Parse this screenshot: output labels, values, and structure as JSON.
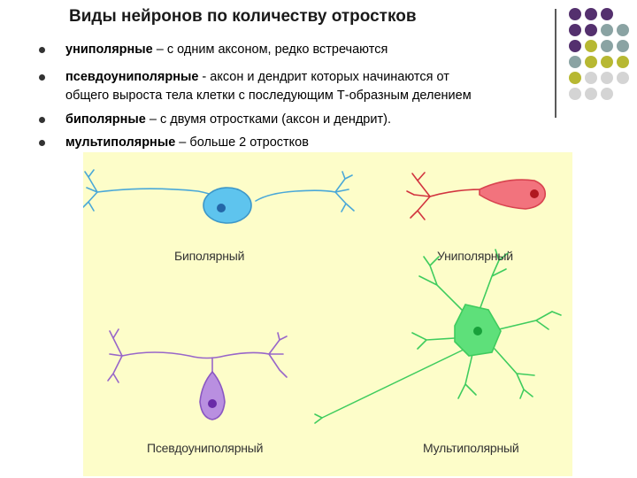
{
  "title": "Виды нейронов по количеству отростков",
  "bullets": [
    {
      "term": "униполярные",
      "desc": " – с одним аксоном, редко встречаются"
    },
    {
      "term": "псевдоуниполярные",
      "desc": " - аксон и дендрит которых начинаются от",
      "desc2": "общего выроста тела клетки с последующим Т-образным делением"
    },
    {
      "term": "биполярные",
      "desc": " – с двумя отростками (аксон и дендрит)."
    },
    {
      "term": "мультиполярные",
      "desc": " – больше 2 отростков"
    }
  ],
  "figure": {
    "labels": {
      "bipolar": "Биполярный",
      "unipolar": "Униполярный",
      "pseudounipolar": "Псевдоуниполярный",
      "multipolar": "Мультиполярный"
    }
  },
  "colors": {
    "background_panel": "#fdfdc9",
    "bipolar": "#5ec4ee",
    "unipolar": "#f2737d",
    "pseudounipolar": "#b98fe0",
    "multipolar": "#5ee07a",
    "dot_purple": "#54306e",
    "dot_gray": "#8aa3a3",
    "dot_olive": "#b7b832",
    "dot_light": "#d4d4d4"
  }
}
